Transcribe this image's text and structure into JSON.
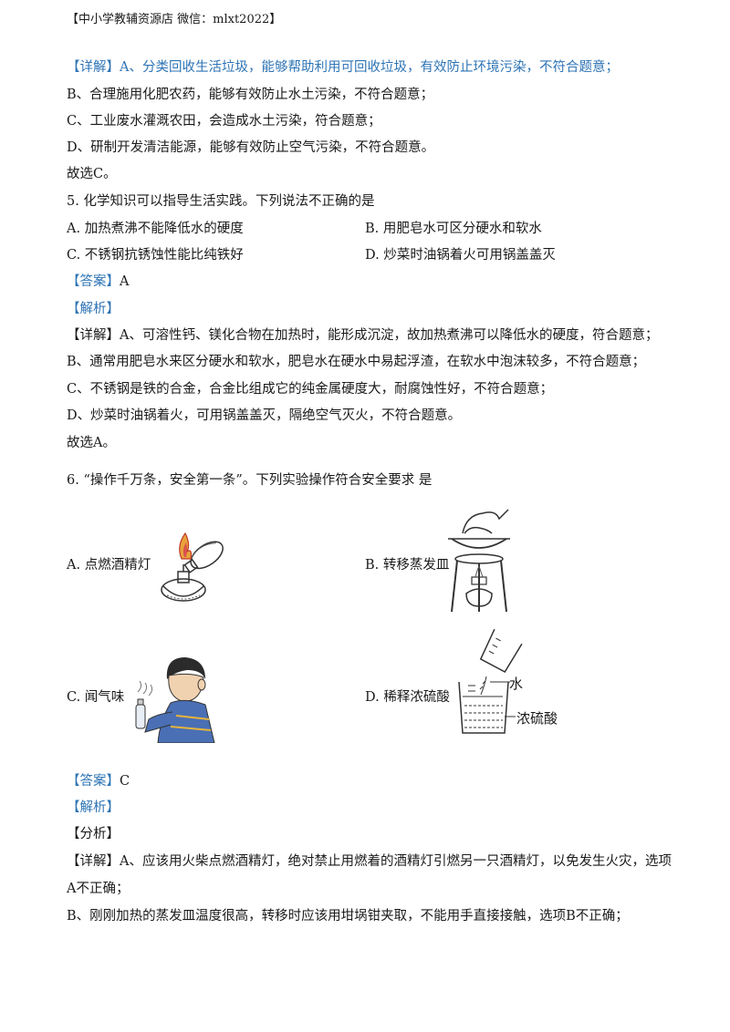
{
  "header": "【中小学教辅资源店 微信：mlxt2022】",
  "q4_explain": [
    "【详解】A、分类回收生活垃圾，能够帮助利用可回收垃圾，有效防止环境污染，不符合题意；",
    "B、合理施用化肥农药，能够有效防止水土污染，不符合题意；",
    "C、工业废水灌溉农田，会造成水土污染，符合题意；",
    "D、研制开发清洁能源，能够有效防止空气污染，不符合题意。",
    "故选C。"
  ],
  "q5": {
    "stem": "5. 化学知识可以指导生活实践。下列说法不正确的是",
    "options": {
      "A": "A. 加热煮沸不能降低水的硬度",
      "B": "B. 用肥皂水可区分硬水和软水",
      "C": "C. 不锈钢抗锈蚀性能比纯铁好",
      "D": "D. 炒菜时油锅着火可用锅盖盖灭"
    },
    "answer_label": "【答案】",
    "answer": "A",
    "analysis_label": "【解析】",
    "explain": [
      "【详解】A、可溶性钙、镁化合物在加热时，能形成沉淀，故加热煮沸可以降低水的硬度，符合题意；",
      "B、通常用肥皂水来区分硬水和软水，肥皂水在硬水中易起浮渣，在软水中泡沫较多，不符合题意；",
      "C、不锈钢是铁的合金，合金比组成它的纯金属硬度大，耐腐蚀性好，不符合题意；",
      "D、炒菜时油锅着火，可用锅盖盖灭，隔绝空气灭火，不符合题意。",
      "故选A。"
    ]
  },
  "q6": {
    "stem": "6. “操作千万条，安全第一条”。下列实验操作符合安全要求   是",
    "options": {
      "A": "A. 点燃酒精灯",
      "B": "B. 转移蒸发皿",
      "C": "C. 闻气味",
      "D": "D. 稀释浓硫酸"
    },
    "figure_d_labels": {
      "water": "水",
      "acid": "浓硫酸"
    },
    "answer_label": "【答案】",
    "answer": "C",
    "analysis_label": "【解析】",
    "fenxi": "【分析】",
    "explain": [
      "【详解】A、应该用火柴点燃酒精灯，绝对禁止用燃着的酒精灯引燃另一只酒精灯，以免发生火灾，选项",
      "A不正确；",
      "B、刚刚加热的蒸发皿温度很高，转移时应该用坩埚钳夹取，不能用手直接接触，选项B不正确；"
    ]
  }
}
